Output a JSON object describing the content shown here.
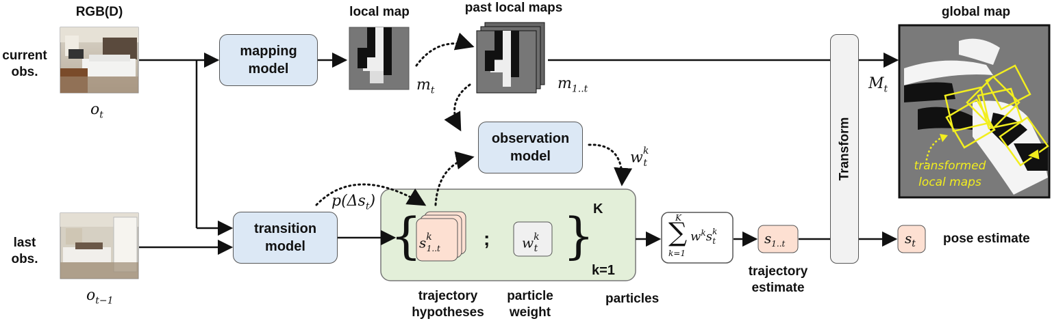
{
  "labels": {
    "rgbd": "RGB(D)",
    "current_obs_line1": "current",
    "current_obs_line2": "obs.",
    "last_obs_line1": "last",
    "last_obs_line2": "obs.",
    "local_map": "local map",
    "past_local_maps": "past local maps",
    "global_map": "global map",
    "trajectory_hypotheses_line1": "trajectory",
    "trajectory_hypotheses_line2": "hypotheses",
    "particle_weight_line1": "particle",
    "particle_weight_line2": "weight",
    "particles": "particles",
    "trajectory_estimate_line1": "trajectory",
    "trajectory_estimate_line2": "estimate",
    "pose_estimate": "pose estimate",
    "transformed_local_maps_line1": "transformed",
    "transformed_local_maps_line2": "local maps",
    "K_upper": "K",
    "k_lower": "k=1",
    "semicolon": ";"
  },
  "boxes": {
    "mapping_line1": "mapping",
    "mapping_line2": "model",
    "observation_line1": "observation",
    "observation_line2": "model",
    "transition_line1": "transition",
    "transition_line2": "model",
    "transform": "Transform"
  },
  "math": {
    "o_t": "o",
    "o_t_sub": "t",
    "o_tm1": "o",
    "o_tm1_sub": "t−1",
    "m_t": "m",
    "m_t_sub": "t",
    "m_1t": "m",
    "m_1t_sub": "1..t",
    "M_t": "M",
    "M_t_sub": "t",
    "w_tk": "w",
    "w_tk_sub": "t",
    "w_tk_sup": "k",
    "p_ds": "p(Δs",
    "p_ds_sub": "t",
    "p_ds_close": ")",
    "s_1t": "s",
    "s_1t_sub": "1..t",
    "s_1tk_sup": "k",
    "s_t": "s",
    "s_t_sub": "t",
    "sum_top": "K",
    "sum_bottom": "k=1",
    "sum_term": "w",
    "sum_term_sup": "k",
    "sum_s": "s",
    "sum_s_sup": "k",
    "sum_s_sub": "t"
  },
  "colors": {
    "mapping_box": "#dce8f5",
    "particles_box": "#e3efd9",
    "trajectory_box": "#fde0d2",
    "transformed_local_maps": "#f2ee1e"
  }
}
